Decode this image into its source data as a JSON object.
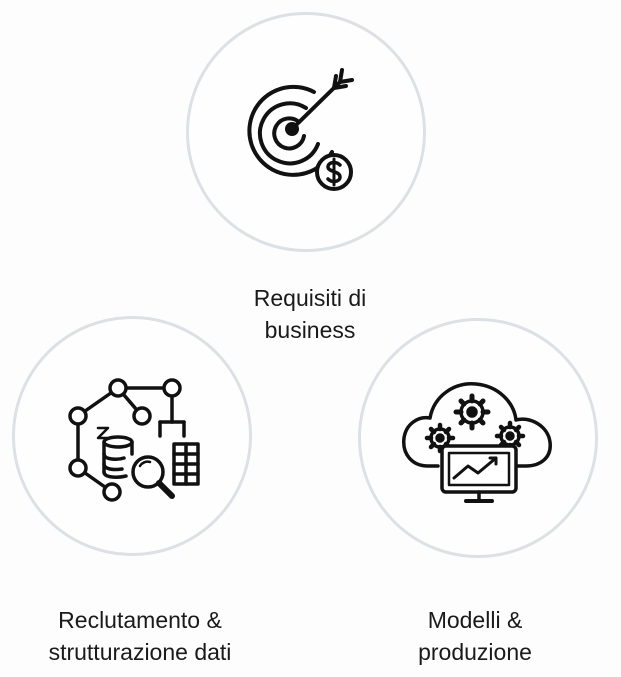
{
  "nodes": {
    "business": {
      "icon": "target-dollar-icon",
      "label_lines": [
        "Requisiti di",
        "business"
      ]
    },
    "data": {
      "icon": "data-network-search-icon",
      "label_lines": [
        "Reclutamento &",
        "strutturazione dati"
      ]
    },
    "models": {
      "icon": "cloud-gears-monitor-icon",
      "label_lines": [
        "Modelli &",
        "produzione"
      ]
    }
  },
  "colors": {
    "circle_border": "#dde1e5",
    "icon_stroke": "#111111",
    "text": "#1a1a1a"
  }
}
